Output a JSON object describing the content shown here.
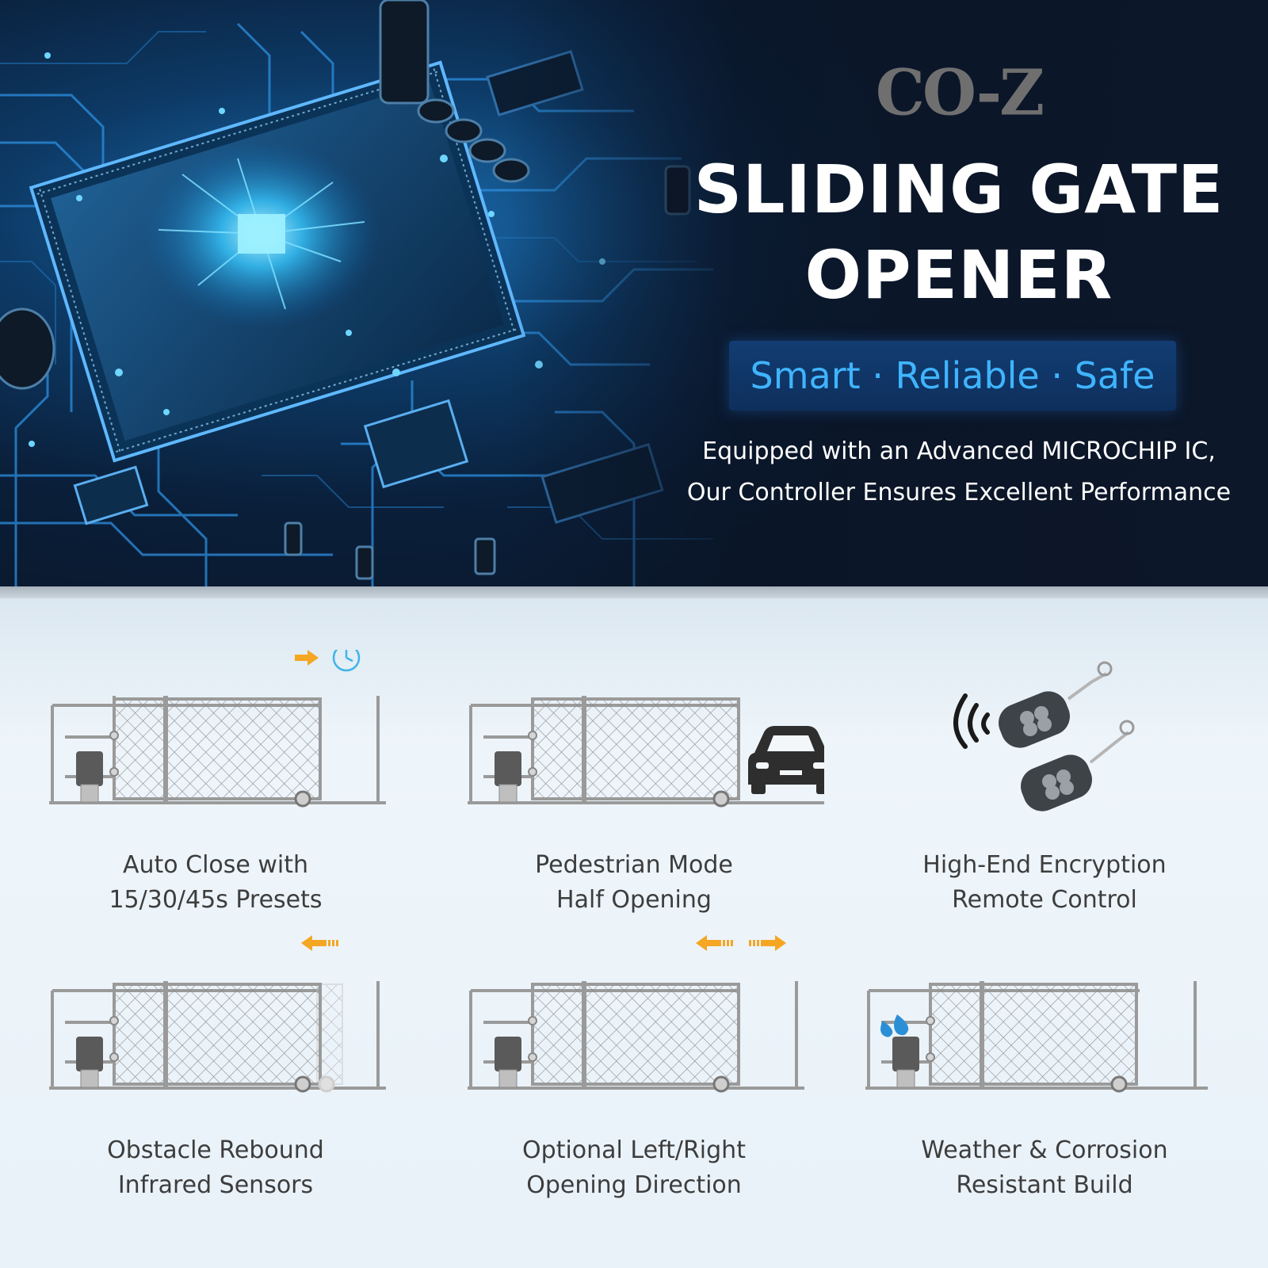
{
  "hero": {
    "brand": "CO-Z",
    "title_line1": "SLIDING GATE",
    "title_line2": "OPENER",
    "tagline": "Smart · Reliable · Safe",
    "description_line1": "Equipped with an Advanced MICROCHIP IC,",
    "description_line2": "Our Controller Ensures Excellent Performance"
  },
  "features": [
    {
      "line1": "Auto Close with",
      "line2": "15/30/45s Presets",
      "icons": [
        "arrow-right-icon",
        "clock-icon"
      ]
    },
    {
      "line1": "Pedestrian Mode",
      "line2": "Half Opening",
      "icons": [
        "car-icon"
      ]
    },
    {
      "line1": "High-End Encryption",
      "line2": "Remote Control",
      "icons": [
        "wireless-signal-icon",
        "remote-key-fob-icon"
      ]
    },
    {
      "line1": "Obstacle Rebound",
      "line2": "Infrared Sensors",
      "icons": [
        "arrow-left-icon"
      ]
    },
    {
      "line1": "Optional Left/Right",
      "line2": "Opening Direction",
      "icons": [
        "arrow-left-icon",
        "arrow-right-icon"
      ]
    },
    {
      "line1": "Weather & Corrosion",
      "line2": "Resistant Build",
      "icons": [
        "water-drops-icon"
      ]
    }
  ],
  "colors": {
    "accent_blue": "#3fb4ff",
    "arrow_orange": "#f5a623",
    "hero_bg": "#0c1729",
    "caption_text": "#3d3d3d"
  }
}
